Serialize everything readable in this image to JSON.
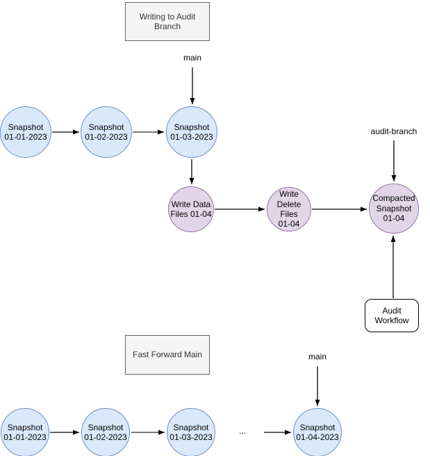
{
  "colors": {
    "snapshot_fill": "#dae8fc",
    "snapshot_stroke": "#6c8ebf",
    "audit_fill": "#e1d5e7",
    "audit_stroke": "#9673a6",
    "title_box_fill": "#f5f5f5",
    "title_box_stroke": "#666666",
    "workflow_box_fill": "#ffffff",
    "workflow_box_stroke": "#000000",
    "arrow": "#000000"
  },
  "audit_section": {
    "title": "Writing to Audit\nBranch",
    "main_label": "main",
    "branch_label": "audit-branch",
    "snapshots": [
      "Snapshot\n01-01-2023",
      "Snapshot\n01-02-2023",
      "Snapshot\n01-03-2023"
    ],
    "write_nodes": [
      "Write Data\nFiles 01-04",
      "Write\nDelete Files\n01-04",
      "Compacted\nSnapshot\n01-04"
    ],
    "workflow_label": "Audit\nWorkflow"
  },
  "fast_forward_section": {
    "title": "Fast Forward Main",
    "main_label": "main",
    "ellipsis": "...",
    "snapshots": [
      "Snapshot\n01-01-2023",
      "Snapshot\n01-02-2023",
      "Snapshot\n01-03-2023",
      "Snapshot\n01-04-2023"
    ]
  }
}
